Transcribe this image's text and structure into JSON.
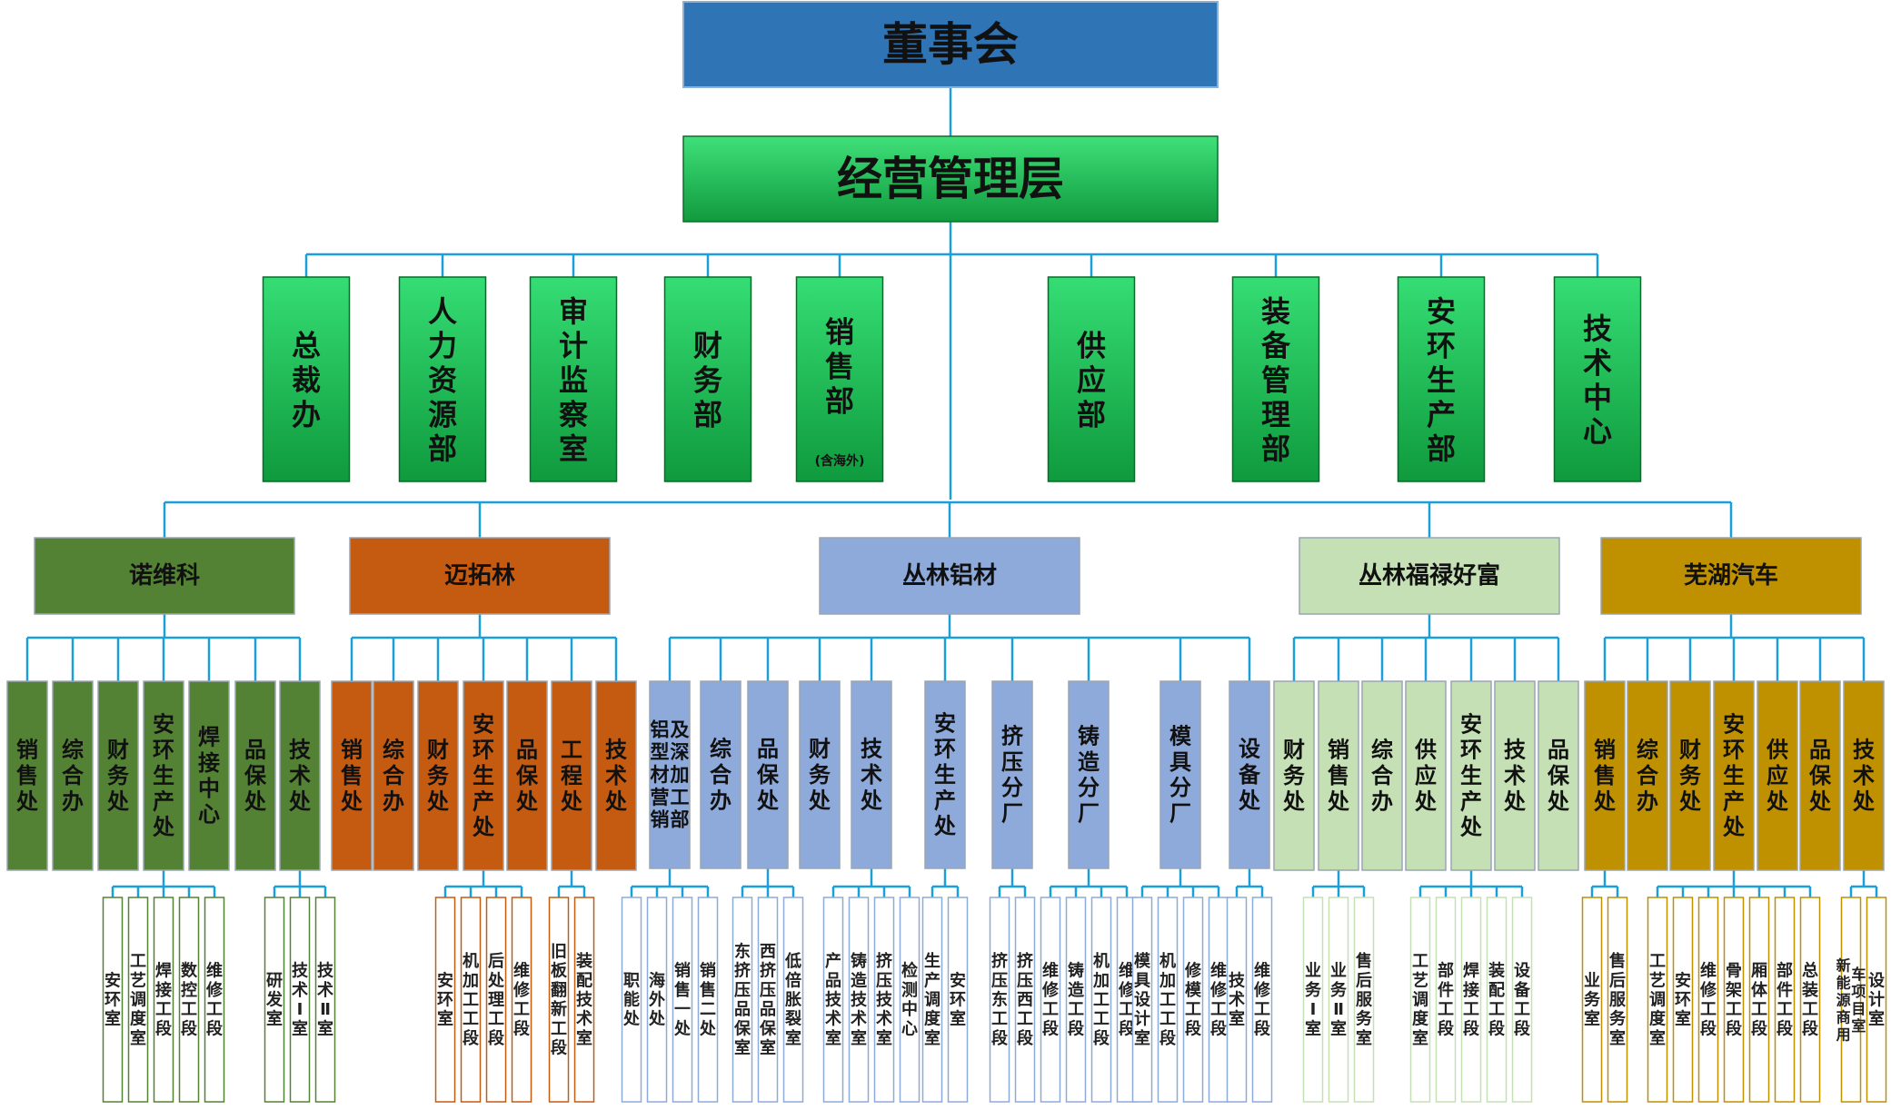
{
  "colors": {
    "line": "#1a9fd8",
    "board_fill": "#2f74b5",
    "board_stroke": "#8ab0d6",
    "mgmt_fill_top": "#3fe07a",
    "mgmt_fill_bottom": "#119a3e",
    "dept_fill_top": "#35dd74",
    "dept_fill_bottom": "#0f9a3d",
    "nwk": "#548235",
    "mtl": "#c55a11",
    "cl": "#8eaadb",
    "clfl": "#c5e0b4",
    "wh": "#bf9000",
    "text": "#111111",
    "white_box_text": "#222222"
  },
  "board": {
    "label": "董事会"
  },
  "management": {
    "label": "经营管理层"
  },
  "departments": [
    {
      "label": "总裁办"
    },
    {
      "label": "人力资源部"
    },
    {
      "label": "审计监察室"
    },
    {
      "label": "财务部"
    },
    {
      "label": "销售部",
      "note": "(含海外)"
    },
    {
      "label": "供应部"
    },
    {
      "label": "装备管理部"
    },
    {
      "label": "安环生产部"
    },
    {
      "label": "技术中心"
    }
  ],
  "companies": [
    {
      "name": "诺维科",
      "color_key": "nwk",
      "units": [
        {
          "label": "销售处"
        },
        {
          "label": "综合办"
        },
        {
          "label": "财务处"
        },
        {
          "label": "安环生产处",
          "subs": [
            "安环室",
            "工艺调度室",
            "焊接工段",
            "数控工段",
            "维修工段"
          ]
        },
        {
          "label": "焊接中心"
        },
        {
          "label": "品保处"
        },
        {
          "label": "技术处",
          "subs": [
            "研发室",
            "技术Ⅰ室",
            "技术Ⅱ室"
          ]
        }
      ]
    },
    {
      "name": "迈拓林",
      "color_key": "mtl",
      "units": [
        {
          "label": "销售处"
        },
        {
          "label": "综合办"
        },
        {
          "label": "财务处"
        },
        {
          "label": "安环生产处",
          "subs": [
            "安环室",
            "机加工工段",
            "后处理工段",
            "维修工段"
          ]
        },
        {
          "label": "品保处"
        },
        {
          "label": "工程处",
          "subs": [
            "旧板翻新工段",
            "装配技术室"
          ]
        },
        {
          "label": "技术处"
        }
      ]
    },
    {
      "name": "丛林铝材",
      "color_key": "cl",
      "units": [
        {
          "label": "铝型材营销及深加工部",
          "subs": [
            "职能处",
            "海外处",
            "销售一处",
            "销售二处"
          ]
        },
        {
          "label": "综合办"
        },
        {
          "label": "品保处",
          "subs": [
            "东挤压品保室",
            "西挤压品保室",
            "低倍胀裂室"
          ]
        },
        {
          "label": "财务处"
        },
        {
          "label": "技术处",
          "subs": [
            "产品技术室",
            "铸造技术室",
            "挤压技术室",
            "检测中心"
          ]
        },
        {
          "label": "安环生产处",
          "subs": [
            "生产调度室",
            "安环室"
          ]
        },
        {
          "label": "挤压分厂",
          "subs": [
            "挤压东工段",
            "挤压西工段"
          ]
        },
        {
          "label": "铸造分厂",
          "subs": [
            "维修工段",
            "铸造工段",
            "机加工工段",
            "维修工段"
          ]
        },
        {
          "label": "模具分厂",
          "subs": [
            "模具设计室",
            "机加工工段",
            "修模工段",
            "维修工段"
          ]
        },
        {
          "label": "设备处",
          "subs": [
            "技术室",
            "维修工段"
          ]
        }
      ]
    },
    {
      "name": "丛林福禄好富",
      "color_key": "clfl",
      "units": [
        {
          "label": "财务处"
        },
        {
          "label": "销售处",
          "subs": [
            "业务Ⅰ室",
            "业务Ⅱ室",
            "售后服务室"
          ]
        },
        {
          "label": "综合办"
        },
        {
          "label": "供应处"
        },
        {
          "label": "安环生产处",
          "subs": [
            "工艺调度室",
            "部件工段",
            "焊接工段",
            "装配工段",
            "设备工段"
          ]
        },
        {
          "label": "技术处"
        },
        {
          "label": "品保处"
        }
      ]
    },
    {
      "name": "芜湖汽车",
      "color_key": "wh",
      "units": [
        {
          "label": "销售处",
          "subs": [
            "业务室",
            "售后服务室"
          ]
        },
        {
          "label": "综合办"
        },
        {
          "label": "财务处"
        },
        {
          "label": "安环生产处",
          "subs": [
            "工艺调度室",
            "安环室",
            "维修工段",
            "骨架工段",
            "厢体工段",
            "部件工段",
            "总装工段"
          ]
        },
        {
          "label": "供应处"
        },
        {
          "label": "品保处"
        },
        {
          "label": "技术处",
          "subs": [
            "新能源商用车项目室",
            "设计室"
          ]
        }
      ]
    }
  ]
}
